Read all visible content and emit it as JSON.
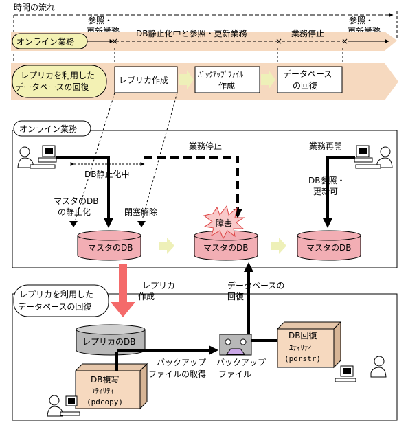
{
  "timeline": {
    "title": "時間の流れ",
    "ref_update_left_1": "参照・",
    "ref_update_left_2": "更新業務",
    "ref_update_right_1": "参照・",
    "ref_update_right_2": "更新業務",
    "online_label": "オンライン業務",
    "quiesce_phase": "DB静止化中と参照・更新業務",
    "stop_phase": "業務停止",
    "replica_label_1": "レプリカを利用した",
    "replica_label_2": "データベースの回復",
    "step_replica_create": "レプリカ作成",
    "step_backup_1": "ﾊﾞｯｸｱｯﾌﾟﾌｧｲﾙ",
    "step_backup_2": "作成",
    "step_db_recover_1": "データベース",
    "step_db_recover_2": "の回復"
  },
  "online_panel": {
    "title": "オンライン業務",
    "business_stop": "業務停止",
    "business_resume": "業務再開",
    "db_quiesce": "DB静止化中",
    "master_quiesce_1": "マスタのDB",
    "master_quiesce_2": "の静止化",
    "unblock": "閉塞解除",
    "failure": "障害",
    "ref_update_ok_1": "DB参照・",
    "ref_update_ok_2": "更新可",
    "master_db_1": "マスタのDB",
    "master_db_2": "マスタのDB",
    "master_db_3": "マスタのDB"
  },
  "replica_panel": {
    "title_1": "レプリカを利用した",
    "title_2": "データベースの回復",
    "replica_create_1": "レプリカ",
    "replica_create_2": "作成",
    "db_recover_1": "データベースの",
    "db_recover_2": "回復",
    "replica_db": "レプリカのDB",
    "backup_get_1": "バックアップ",
    "backup_get_2": "ファイルの取得",
    "backup_file_1": "バックアップ",
    "backup_file_2": "ファイル",
    "copy_util_1": "DB複写",
    "copy_util_2": "ﾕﾃｨﾘﾃｨ",
    "copy_util_3": "(pdcopy)",
    "restore_util_1": "DB回復",
    "restore_util_2": "ﾕﾃｨﾘﾃｨ",
    "restore_util_3": "(pdrstr)"
  },
  "colors": {
    "band_fill": "#f6d9bf",
    "label_fill": "#f3f1b4",
    "cylinder_fill": "#f2aeb4",
    "gray_cylinder": "#b8b8b8",
    "box_fill": "#f6d9bf",
    "step_arrow": "#eef0b8",
    "red_arrow": "#f46a6a",
    "failure_star": "#f9c9c9"
  }
}
